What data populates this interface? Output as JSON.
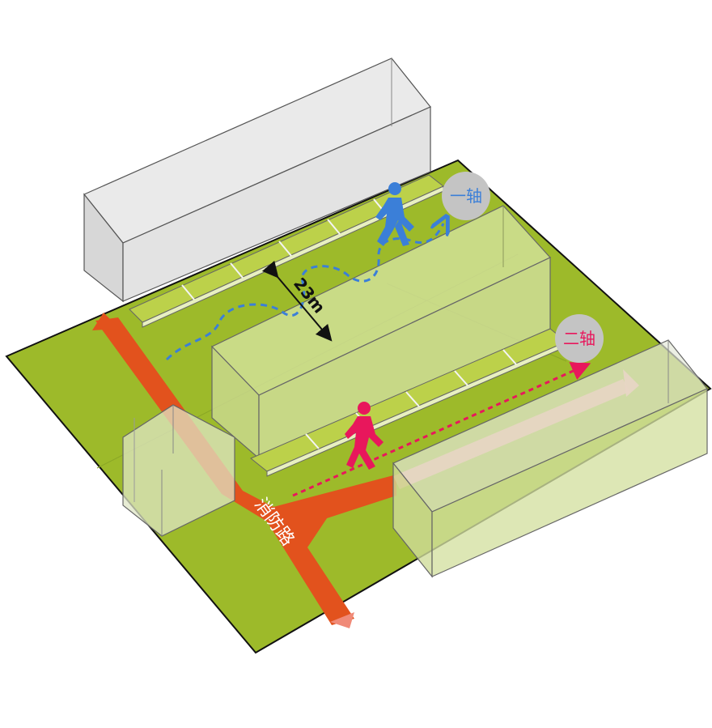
{
  "labels": {
    "axis_one": "一轴",
    "axis_two": "二轴",
    "distance": "23m",
    "fire_road": "消防路"
  },
  "colors": {
    "ground": "#9dba2a",
    "ground_edge": "#111111",
    "building_fill": "#d8d8d8",
    "building_edge": "#555555",
    "fire_road": "#e2521d",
    "fire_road_arrow": "#f08a78",
    "axis_one": "#3b7fd8",
    "axis_two": "#e8175c",
    "badge": "#c4c4c4",
    "planter": "#bcd14a"
  },
  "icons": {
    "pedestrian_one": "walking-person-icon",
    "pedestrian_two": "walking-person-icon"
  }
}
